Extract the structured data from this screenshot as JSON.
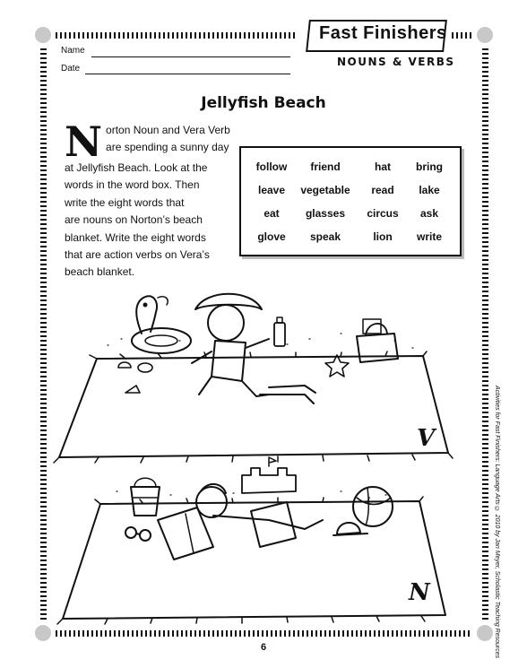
{
  "header": {
    "name_label": "Name",
    "date_label": "Date",
    "banner_title": "Fast Finishers",
    "banner_subtitle": "NOUNS & VERBS"
  },
  "worksheet": {
    "title": "Jellyfish Beach",
    "intro_dropcap": "N",
    "intro_lines": [
      "orton Noun and Vera Verb",
      "are spending a sunny day",
      "at Jellyfish Beach. Look at the",
      "words in the word box. Then",
      "write the eight words that",
      "are nouns on Norton’s beach",
      "blanket. Write the eight words",
      "that are action verbs on Vera’s",
      "beach blanket."
    ],
    "word_box": [
      [
        "follow",
        "friend",
        "hat",
        "bring"
      ],
      [
        "leave",
        "vegetable",
        "read",
        "lake"
      ],
      [
        "eat",
        "glasses",
        "circus",
        "ask"
      ],
      [
        "glove",
        "speak",
        "lion",
        "write"
      ]
    ],
    "blanket_top_letter": "V",
    "blanket_bottom_letter": "N"
  },
  "footer": {
    "page_number": "6",
    "credit": "Activities for Fast Finishers: Language Arts © 2010 by Jan Meyer, Scholastic Teaching Resources"
  }
}
